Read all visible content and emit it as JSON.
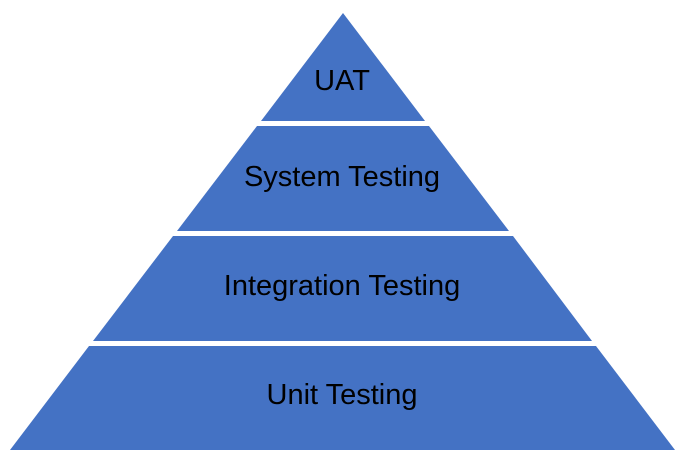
{
  "diagram": {
    "type": "pyramid",
    "subject": "software-testing-levels",
    "levels": [
      {
        "label": "UAT"
      },
      {
        "label": "System Testing"
      },
      {
        "label": "Integration Testing"
      },
      {
        "label": "Unit Testing"
      }
    ]
  },
  "colors": {
    "pyramid_fill": "#4472C4",
    "divider": "#FFFFFF",
    "text": "#000000",
    "background": "#FFFFFF"
  }
}
